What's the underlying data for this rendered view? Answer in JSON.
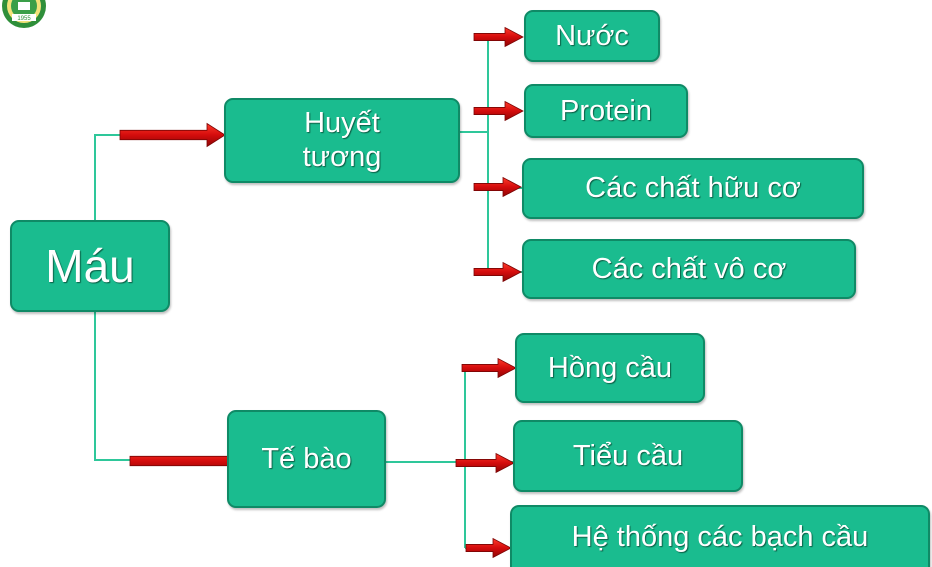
{
  "logo": {
    "text": "1955"
  },
  "diagram": {
    "root": "Máu",
    "plasma": {
      "label": "Huyết\ntương",
      "children": [
        "Nước",
        "Protein",
        "Các chất hữu cơ",
        "Các chất vô cơ"
      ]
    },
    "cells": {
      "label": "Tế bào",
      "children": [
        "Hồng cầu",
        "Tiểu cầu",
        "Hệ thống các bạch cầu"
      ]
    }
  },
  "colors": {
    "box_fill": "#1abc8f",
    "box_border": "#0f8a66",
    "connector": "#2ec79a",
    "arrow": "#e0120f",
    "text": "#ffffff"
  }
}
